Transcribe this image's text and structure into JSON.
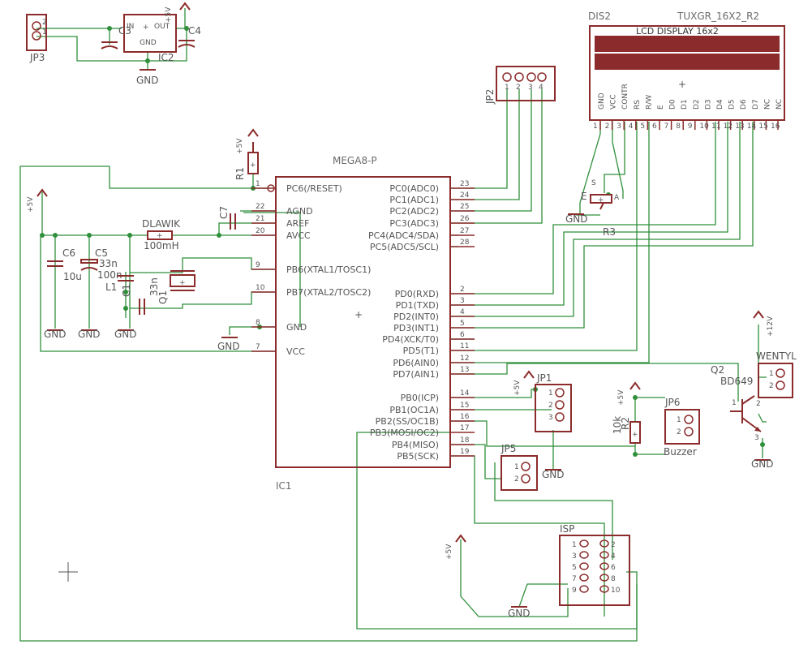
{
  "colors": {
    "wire": "#2f8f3a",
    "symbol": "#8b2b2b",
    "text": "#555555",
    "background": "#ffffff"
  },
  "ic1": {
    "name": "IC1",
    "value": "MEGA8-P",
    "left_pins": [
      {
        "num": "1",
        "label": "PC6(/RESET)"
      },
      {
        "num": "22",
        "label": "AGND"
      },
      {
        "num": "21",
        "label": "AREF"
      },
      {
        "num": "20",
        "label": "AVCC"
      },
      {
        "num": "9",
        "label": "PB6(XTAL1/TOSC1)"
      },
      {
        "num": "10",
        "label": "PB7(XTAL2/TOSC2)"
      },
      {
        "num": "8",
        "label": "GND"
      },
      {
        "num": "7",
        "label": "VCC"
      }
    ],
    "right_pins": [
      {
        "num": "23",
        "label": "PC0(ADC0)"
      },
      {
        "num": "24",
        "label": "PC1(ADC1)"
      },
      {
        "num": "25",
        "label": "PC2(ADC2)"
      },
      {
        "num": "26",
        "label": "PC3(ADC3)"
      },
      {
        "num": "27",
        "label": "PC4(ADC4/SDA)"
      },
      {
        "num": "28",
        "label": "PC5(ADC5/SCL)"
      },
      {
        "num": "2",
        "label": "PD0(RXD)"
      },
      {
        "num": "3",
        "label": "PD1(TXD)"
      },
      {
        "num": "4",
        "label": "PD2(INT0)"
      },
      {
        "num": "5",
        "label": "PD3(INT1)"
      },
      {
        "num": "6",
        "label": "PD4(XCK/T0)"
      },
      {
        "num": "11",
        "label": "PD5(T1)"
      },
      {
        "num": "12",
        "label": "PD6(AIN0)"
      },
      {
        "num": "13",
        "label": "PD7(AIN1)"
      },
      {
        "num": "14",
        "label": "PB0(ICP)"
      },
      {
        "num": "15",
        "label": "PB1(OC1A)"
      },
      {
        "num": "16",
        "label": "PB2(SS/OC1B)"
      },
      {
        "num": "17",
        "label": "PB3(MOSI/OC2)"
      },
      {
        "num": "18",
        "label": "PB4(MISO)"
      },
      {
        "num": "19",
        "label": "PB5(SCK)"
      }
    ]
  },
  "lcd": {
    "name": "DIS2",
    "value": "TUXGR_16X2_R2",
    "title": "LCD DISPLAY 16x2",
    "pin_names": [
      "GND",
      "VCC",
      "CONTR",
      "RS",
      "R/W",
      "E",
      "D0",
      "D1",
      "D2",
      "D3",
      "D4",
      "D5",
      "D6",
      "D7",
      "NC",
      "NC"
    ],
    "pin_nums": [
      "1",
      "2",
      "3",
      "4",
      "5",
      "6",
      "7",
      "8",
      "9",
      "10",
      "11",
      "12",
      "13",
      "14",
      "15",
      "16"
    ]
  },
  "parts": {
    "jp3": {
      "name": "JP3",
      "pins": [
        "2",
        "1"
      ]
    },
    "ic2": {
      "name": "IC2",
      "in": "IN",
      "out": "OUT",
      "gnd": "GND"
    },
    "c3": "C3",
    "c4": "C4",
    "jp2": {
      "name": "JP2",
      "pins": [
        "1",
        "2",
        "3",
        "4"
      ]
    },
    "r1": "R1",
    "c7": "C7",
    "dlawik": {
      "name": "DLAWIK",
      "value": "100mH"
    },
    "c6": {
      "name": "C6",
      "value": "10u"
    },
    "c5": {
      "name": "C5",
      "value": "100n"
    },
    "c1": {
      "name": "C1",
      "value": "33n"
    },
    "l1": "L1",
    "c2": {
      "name": "Q1",
      "value": "33n"
    },
    "r3": {
      "name": "R3",
      "pins": [
        "E",
        "S",
        "A"
      ]
    },
    "jp1": {
      "name": "JP1",
      "pins": [
        "1",
        "2",
        "3"
      ]
    },
    "jp5": {
      "name": "JP5",
      "pins": [
        "1",
        "2"
      ]
    },
    "r2": {
      "name": "R2",
      "value": "10k"
    },
    "jp6": {
      "name": "JP6",
      "value": "Buzzer",
      "pins": [
        "1",
        "2"
      ]
    },
    "q2": {
      "name": "Q2",
      "value": "BD649",
      "pins": [
        "1",
        "2",
        "3"
      ]
    },
    "wentyl": {
      "name": "WENTYL",
      "pins": [
        "1",
        "2"
      ]
    },
    "isp": {
      "name": "ISP",
      "left_pins": [
        "1",
        "3",
        "5",
        "7",
        "9"
      ],
      "right_pins": [
        "2",
        "4",
        "6",
        "8",
        "10"
      ]
    }
  },
  "supplies": {
    "plus5v": "+5V",
    "plus12v": "+12V",
    "gnd": "GND"
  }
}
